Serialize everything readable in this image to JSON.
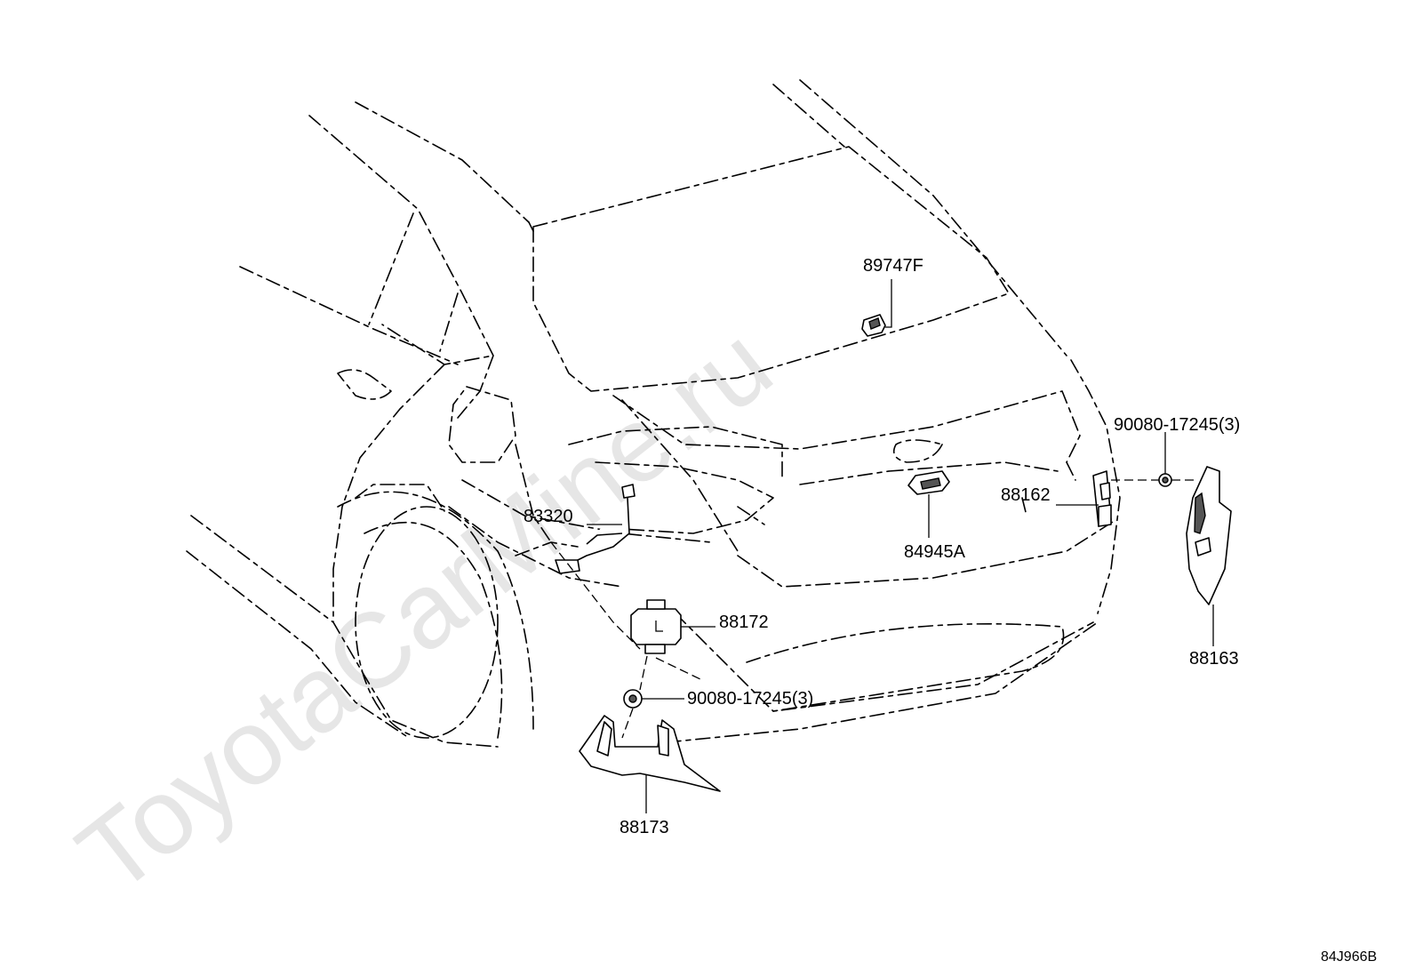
{
  "watermark": "ToyotaCarMine.ru",
  "diagram_code": "84J966B",
  "labels": {
    "l89747F": "89747F",
    "l90080_upper": "90080-17245(3)",
    "l88162": "88162",
    "l84945A": "84945A",
    "l83320": "83320",
    "l88172": "88172",
    "l90080_lower": "90080-17245(3)",
    "l88163": "88163",
    "l88173": "88173"
  }
}
